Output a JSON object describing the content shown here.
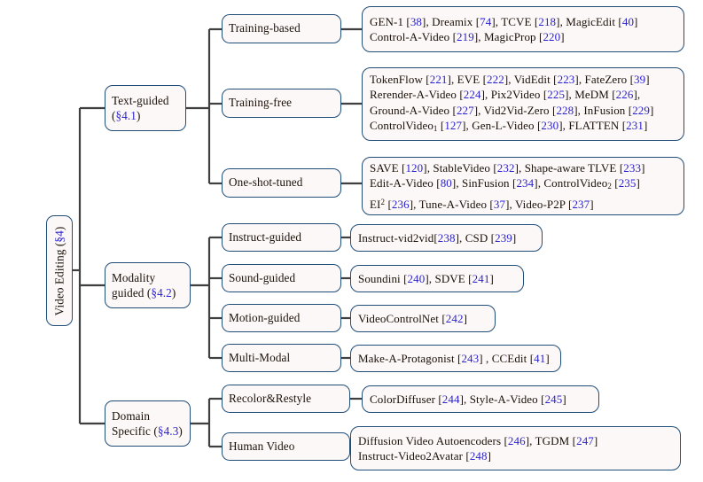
{
  "figure": {
    "kind": "taxonomy-tree",
    "colors": {
      "box_border": "#1f4e79",
      "box_fill": "#fdf8f8",
      "connector": "#3f3f3f",
      "text": "#1a1008",
      "citation": "#2a22cc"
    }
  },
  "root": {
    "label_prefix": "Video Editing (",
    "label_section": "§4",
    "label_suffix": ")",
    "full": "Video Editing (§4)"
  },
  "level1": [
    {
      "id": "text-guided",
      "line1": "Text-guided",
      "line2_prefix": "(",
      "line2_section": "§4.1",
      "line2_suffix": ")"
    },
    {
      "id": "modality-guided",
      "line1": "Modality",
      "line2_prefix": "guided (",
      "line2_section": "§4.2",
      "line2_suffix": ")"
    },
    {
      "id": "domain-specific",
      "line1": "Domain",
      "line2_prefix": "Specific (",
      "line2_section": "§4.3",
      "line2_suffix": ")"
    }
  ],
  "level2": [
    {
      "id": "training-based",
      "label": "Training-based"
    },
    {
      "id": "training-free",
      "label": "Training-free"
    },
    {
      "id": "one-shot-tuned",
      "label": "One-shot-tuned"
    },
    {
      "id": "instruct-guided",
      "label": "Instruct-guided"
    },
    {
      "id": "sound-guided",
      "label": "Sound-guided"
    },
    {
      "id": "motion-guided",
      "label": "Motion-guided"
    },
    {
      "id": "multi-modal",
      "label": "Multi-Modal"
    },
    {
      "id": "recolor-restyle",
      "label": "Recolor&Restyle"
    },
    {
      "id": "human-video",
      "label": "Human Video"
    }
  ],
  "leaves": {
    "training-based": {
      "lines": [
        [
          {
            "t": "GEN-1 ["
          },
          {
            "c": "38"
          },
          {
            "t": "], Dreamix ["
          },
          {
            "c": "74"
          },
          {
            "t": "], TCVE ["
          },
          {
            "c": "218"
          },
          {
            "t": "], MagicEdit ["
          },
          {
            "c": "40"
          },
          {
            "t": "]"
          }
        ],
        [
          {
            "t": "Control-A-Video ["
          },
          {
            "c": "219"
          },
          {
            "t": "], MagicProp ["
          },
          {
            "c": "220"
          },
          {
            "t": "]"
          }
        ]
      ],
      "plain": "GEN-1 [38], Dreamix [74], TCVE [218], MagicEdit [40] Control-A-Video [219], MagicProp [220]"
    },
    "training-free": {
      "lines": [
        [
          {
            "t": "TokenFlow ["
          },
          {
            "c": "221"
          },
          {
            "t": "], EVE ["
          },
          {
            "c": "222"
          },
          {
            "t": "], VidEdit ["
          },
          {
            "c": "223"
          },
          {
            "t": "], FateZero ["
          },
          {
            "c": "39"
          },
          {
            "t": "]"
          }
        ],
        [
          {
            "t": "Rerender-A-Video ["
          },
          {
            "c": "224"
          },
          {
            "t": "], Pix2Video ["
          },
          {
            "c": "225"
          },
          {
            "t": "], MeDM ["
          },
          {
            "c": "226"
          },
          {
            "t": "],"
          }
        ],
        [
          {
            "t": "Ground-A-Video ["
          },
          {
            "c": "227"
          },
          {
            "t": "], Vid2Vid-Zero ["
          },
          {
            "c": "228"
          },
          {
            "t": "], InFusion ["
          },
          {
            "c": "229"
          },
          {
            "t": "]"
          }
        ],
        [
          {
            "t": "ControlVideo"
          },
          {
            "sub": "1"
          },
          {
            "t": " ["
          },
          {
            "c": "127"
          },
          {
            "t": "], Gen-L-Video ["
          },
          {
            "c": "230"
          },
          {
            "t": "], FLATTEN ["
          },
          {
            "c": "231"
          },
          {
            "t": "]"
          }
        ]
      ],
      "plain": "TokenFlow [221], EVE [222], VidEdit [223], FateZero [39] Rerender-A-Video [224], Pix2Video [225], MeDM [226], Ground-A-Video [227], Vid2Vid-Zero [228], InFusion [229] ControlVideo1 [127], Gen-L-Video [230], FLATTEN [231]"
    },
    "one-shot-tuned": {
      "lines": [
        [
          {
            "t": "SAVE ["
          },
          {
            "c": "120"
          },
          {
            "t": "], StableVideo ["
          },
          {
            "c": "232"
          },
          {
            "t": "], Shape-aware TLVE ["
          },
          {
            "c": "233"
          },
          {
            "t": "]"
          }
        ],
        [
          {
            "t": "Edit-A-Video ["
          },
          {
            "c": "80"
          },
          {
            "t": "], SinFusion ["
          },
          {
            "c": "234"
          },
          {
            "t": "], ControlVideo"
          },
          {
            "sub": "2"
          },
          {
            "t": " ["
          },
          {
            "c": "235"
          },
          {
            "t": "]"
          }
        ],
        [
          {
            "t": "EI"
          },
          {
            "sup": "2"
          },
          {
            "t": " ["
          },
          {
            "c": "236"
          },
          {
            "t": "], Tune-A-Video ["
          },
          {
            "c": "37"
          },
          {
            "t": "], Video-P2P ["
          },
          {
            "c": "237"
          },
          {
            "t": "]"
          }
        ]
      ],
      "plain": "SAVE [120], StableVideo [232], Shape-aware TLVE [233] Edit-A-Video [80], SinFusion [234], ControlVideo2 [235] EI2 [236], Tune-A-Video [37], Video-P2P [237]"
    },
    "instruct-guided": {
      "lines": [
        [
          {
            "t": "Instruct-vid2vid["
          },
          {
            "c": "238"
          },
          {
            "t": "], CSD ["
          },
          {
            "c": "239"
          },
          {
            "t": "]"
          }
        ]
      ],
      "plain": "Instruct-vid2vid[238], CSD [239]"
    },
    "sound-guided": {
      "lines": [
        [
          {
            "t": "Soundini ["
          },
          {
            "c": "240"
          },
          {
            "t": "], SDVE ["
          },
          {
            "c": "241"
          },
          {
            "t": "]"
          }
        ]
      ],
      "plain": "Soundini [240], SDVE [241]"
    },
    "motion-guided": {
      "lines": [
        [
          {
            "t": "VideoControlNet ["
          },
          {
            "c": "242"
          },
          {
            "t": "]"
          }
        ]
      ],
      "plain": "VideoControlNet [242]"
    },
    "multi-modal": {
      "lines": [
        [
          {
            "t": "Make-A-Protagonist ["
          },
          {
            "c": "243"
          },
          {
            "t": "] , CCEdit ["
          },
          {
            "c": "41"
          },
          {
            "t": "]"
          }
        ]
      ],
      "plain": "Make-A-Protagonist [243] , CCEdit [41]"
    },
    "recolor-restyle": {
      "lines": [
        [
          {
            "t": "ColorDiffuser ["
          },
          {
            "c": "244"
          },
          {
            "t": "], Style-A-Video ["
          },
          {
            "c": "245"
          },
          {
            "t": "]"
          }
        ]
      ],
      "plain": "ColorDiffuser [244], Style-A-Video [245]"
    },
    "human-video": {
      "lines": [
        [
          {
            "t": "Diffusion Video Autoencoders ["
          },
          {
            "c": "246"
          },
          {
            "t": "], TGDM ["
          },
          {
            "c": "247"
          },
          {
            "t": "]"
          }
        ],
        [
          {
            "t": "Instruct-Video2Avatar ["
          },
          {
            "c": "248"
          },
          {
            "t": "]"
          }
        ]
      ],
      "plain": "Diffusion Video Autoencoders [246], TGDM [247] Instruct-Video2Avatar [248]"
    }
  }
}
